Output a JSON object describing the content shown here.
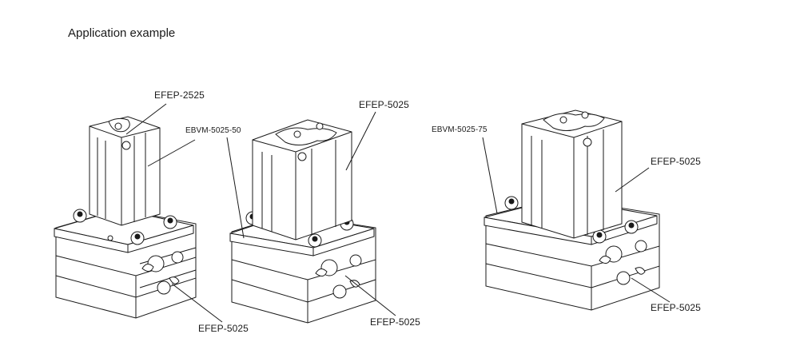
{
  "title": "Application example",
  "labels": {
    "a1": "EFEP-2525",
    "a2": "EBVM-5025-50",
    "a3": "EFEP-5025",
    "a4": "EFEP-5025",
    "b1": "EBVM-5025-75",
    "b2": "EFEP-5025",
    "b3": "EFEP-5025",
    "b4": "EFEP-5025"
  }
}
